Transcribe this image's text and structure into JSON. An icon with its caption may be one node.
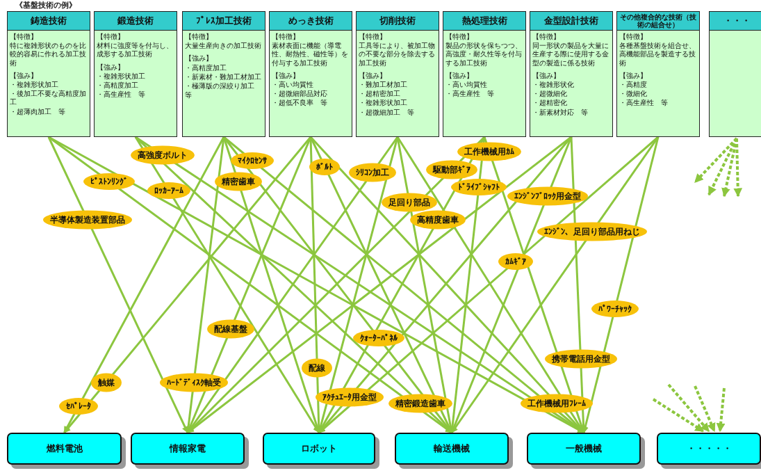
{
  "diagram": {
    "title": "《基盤技術の例》",
    "nodes": [
      {
        "text": [
          "鋳造技術",
          "【特徴】",
          "特に複雑形状のものを比較的容易に作れる加工技術",
          "【強み】",
          "・複雑形状加工",
          "・後加工不要な高精度加工",
          "・超薄肉加工　等"
        ]
      },
      {
        "text": [
          "鍛造技術",
          "【特徴】",
          "材料に強度等を付与し、成形する加工技術",
          "【強み】",
          "・複雑形状加工",
          "・高精度加工",
          "・高生産性　等"
        ]
      },
      {
        "text": [
          "ﾌﾟﾚｽ加工技術",
          "【特徴】",
          "大量生産向きの加工技術",
          "【強み】",
          "・高精度加工",
          "・新素材・難加工材加工",
          "・極薄版の深絞り加工",
          "等"
        ]
      },
      {
        "text": [
          "めっき技術",
          "【特徴】",
          "素材表面に機能（導電性、耐熱性、磁性等）を付与する加工技術",
          "【強み】",
          "・高い均質性",
          "・超微細部品対応",
          "・超低不良率　等"
        ]
      },
      {
        "text": [
          "切削技術",
          "【特徴】",
          "工具等により、被加工物の不要な部分を除去する加工技術",
          "【強み】",
          "・難加工材加工",
          "・超精密加工",
          "・複雑形状加工",
          "・超微細加工　等"
        ]
      },
      {
        "text": [
          "熱処理技術",
          "【特徴】",
          "製品の形状を保ちつつ、高強度・耐久性等を付与する加工技術",
          "【強み】",
          "・高い均質性",
          "・高生産性　等"
        ]
      },
      {
        "text": [
          "金型設計技術",
          "【特徴】",
          "同一形状の製品を大量に生産する際に使用する金型の製造に係る技術",
          "【強み】",
          "・複雑形状化",
          "・超微細化",
          "・超精密化",
          "・新素材対応　等"
        ]
      },
      {
        "text": [
          "その他複合的な技術（技術の組合せ）",
          "【特徴】",
          "各種基盤技術を組合せ、高機能部品を製造する技術",
          "【強み】",
          "・高精度",
          "・微細化",
          "・高生産性　等"
        ]
      },
      {
        "text": [
          "・・・"
        ]
      },
      {
        "text": [
          "燃料電池"
        ]
      },
      {
        "text": [
          "情報家電"
        ]
      },
      {
        "text": [
          "ロボット"
        ]
      },
      {
        "text": [
          "輸送機械"
        ]
      },
      {
        "text": [
          "一般機械"
        ]
      },
      {
        "text": [
          "・・・・・"
        ]
      }
    ],
    "edges": [
      {
        "from": 0,
        "to": 12,
        "arrow": "to",
        "label": "ﾋﾟｽﾄﾝﾘﾝｸﾞ"
      },
      {
        "from": 0,
        "to": 10,
        "arrow": "to",
        "label": "半導体製造装置部品"
      },
      {
        "from": 0,
        "to": 13,
        "arrow": "to"
      },
      {
        "from": 1,
        "to": 13,
        "arrow": "to",
        "label": "高強度ボルト"
      },
      {
        "from": 1,
        "to": 11,
        "arrow": "to",
        "label": "ﾛｯｶｰｱｰﾑ"
      },
      {
        "from": 1,
        "to": 12,
        "arrow": "to",
        "label": "精密鍛造歯車"
      },
      {
        "from": 2,
        "to": 9,
        "arrow": "to",
        "label": "ｾﾊﾟﾚｰﾀ"
      },
      {
        "from": 2,
        "to": 10,
        "arrow": "to",
        "label": "ﾊｰﾄﾞﾃﾞｨｽｸ軸受"
      },
      {
        "from": 2,
        "to": 11,
        "arrow": "to",
        "label": "精密歯車"
      },
      {
        "from": 2,
        "to": 12,
        "arrow": "to",
        "label": "ｸｫｰﾀｰﾊﾟﾈﾙ"
      },
      {
        "from": 2,
        "to": 13,
        "arrow": "to",
        "label": "ﾏｲｸﾛｾﾝｻ"
      },
      {
        "from": 3,
        "to": 9,
        "arrow": "to",
        "label": "触媒"
      },
      {
        "from": 3,
        "to": 10,
        "arrow": "to",
        "label": "配線基盤"
      },
      {
        "from": 3,
        "to": 11,
        "arrow": "to",
        "label": "配線"
      },
      {
        "from": 3,
        "to": 12,
        "arrow": "to",
        "label": "ﾎﾞﾙﾄ"
      },
      {
        "from": 3,
        "to": 13,
        "arrow": "to",
        "label": "工作機械用ﾌﾚｰﾑ"
      },
      {
        "from": 4,
        "to": 10,
        "arrow": "to",
        "label": "ｼﾘｺﾝ加工"
      },
      {
        "from": 4,
        "to": 12,
        "arrow": "to",
        "label": "足回り部品"
      },
      {
        "from": 4,
        "to": 11,
        "arrow": "to"
      },
      {
        "from": 4,
        "to": 13,
        "arrow": "to"
      },
      {
        "from": 5,
        "to": 10,
        "arrow": "to",
        "label": "駆動部ｷﾞｱ"
      },
      {
        "from": 5,
        "to": 11,
        "arrow": "to",
        "label": "高精度歯車"
      },
      {
        "from": 5,
        "to": 12,
        "arrow": "to",
        "label": "ﾄﾞﾗｲﾌﾞｼｬﾌﾄ"
      },
      {
        "from": 5,
        "to": 13,
        "arrow": "to",
        "label": "工作機械用ｶﾑ"
      },
      {
        "from": 6,
        "to": 10,
        "arrow": "to"
      },
      {
        "from": 6,
        "to": 11,
        "arrow": "to",
        "label": "ｱｸﾁｭｴｰﾀ用金型"
      },
      {
        "from": 6,
        "to": 12,
        "arrow": "to",
        "label": "ｴﾝｼﾞﾝﾌﾞﾛｯｸ用金型"
      },
      {
        "from": 6,
        "to": 13,
        "arrow": "to",
        "label": "携帯電話用金型"
      },
      {
        "from": 7,
        "to": 13,
        "arrow": "to",
        "label": "ﾊﾟﾜｰﾁｬｯｸ"
      },
      {
        "from": 7,
        "to": 12,
        "arrow": "to",
        "label": "ｴﾝｼﾞﾝ、足回り部品用ねじ"
      },
      {
        "from": 7,
        "to": 11,
        "arrow": "to",
        "label": "ｶﾑｷﾞｱ"
      },
      {
        "from": 8,
        "to": null,
        "arrow": "to",
        "style": "dashed"
      },
      {
        "from": 8,
        "to": null,
        "arrow": "to",
        "style": "dashed"
      },
      {
        "from": 8,
        "to": null,
        "arrow": "to",
        "style": "dashed"
      },
      {
        "from": 8,
        "to": null,
        "arrow": "to",
        "style": "dashed"
      },
      {
        "from": null,
        "to": 14,
        "arrow": "to",
        "style": "dashed"
      },
      {
        "from": null,
        "to": 14,
        "arrow": "to",
        "style": "dashed"
      },
      {
        "from": null,
        "to": 14,
        "arrow": "to",
        "style": "dashed"
      },
      {
        "from": null,
        "to": 14,
        "arrow": "to",
        "style": "dashed"
      }
    ]
  }
}
